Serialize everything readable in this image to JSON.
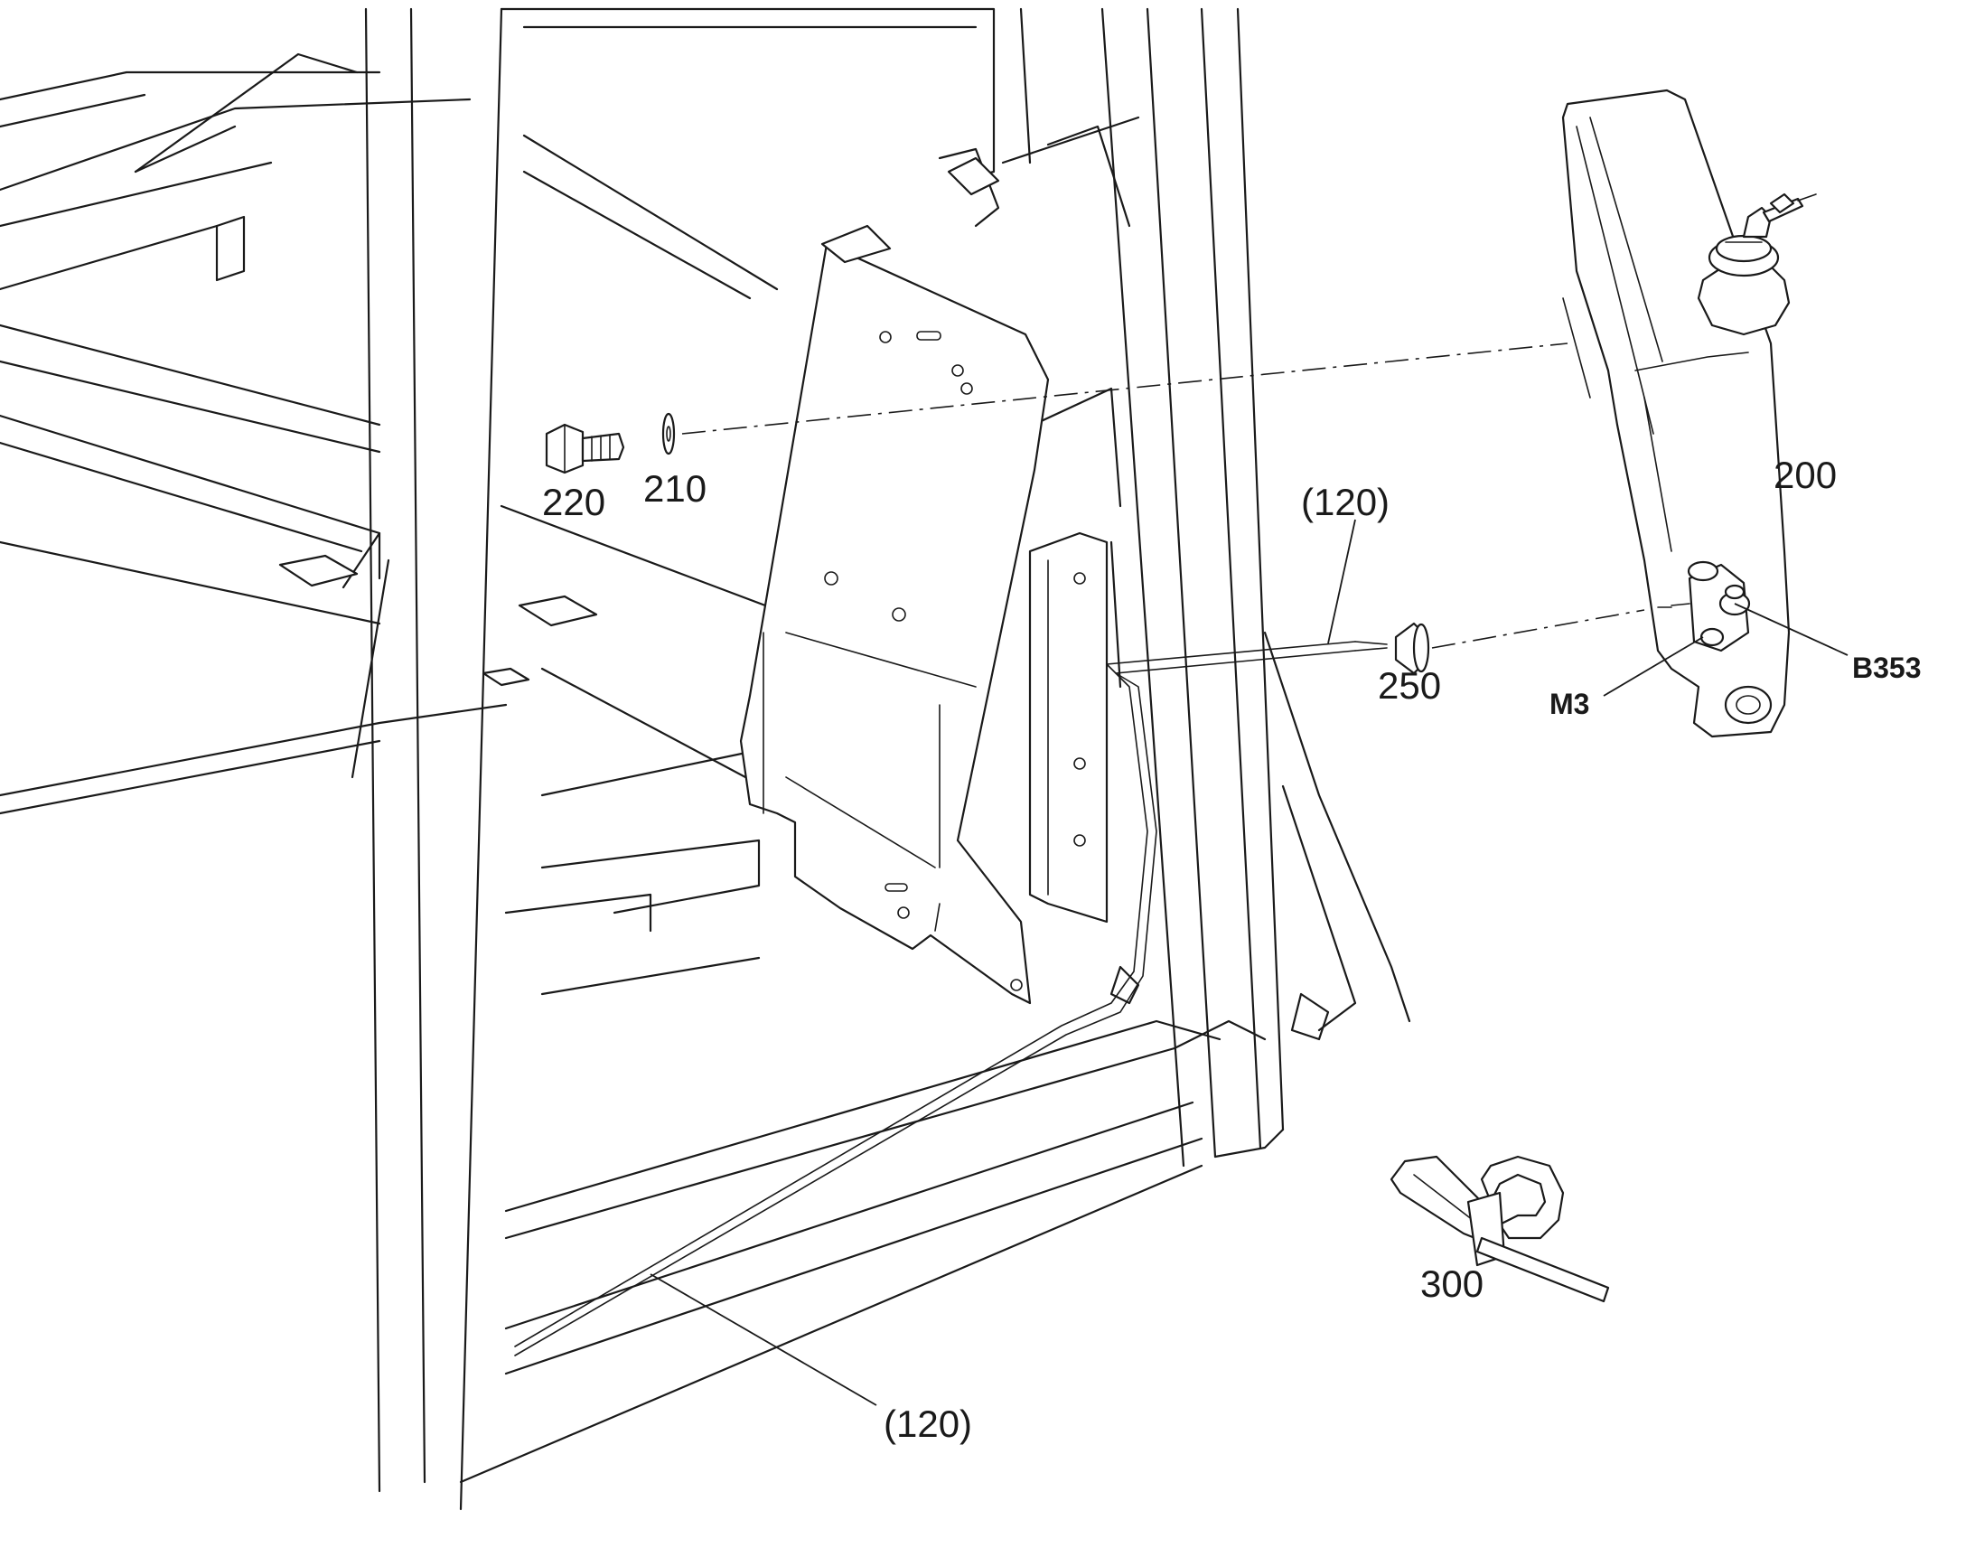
{
  "callouts": {
    "c220": "220",
    "c210": "210",
    "c200": "200",
    "c120_upper": "(120)",
    "c250": "250",
    "m3": "M3",
    "b353": "B353",
    "c300": "300",
    "c120_lower": "(120)"
  }
}
